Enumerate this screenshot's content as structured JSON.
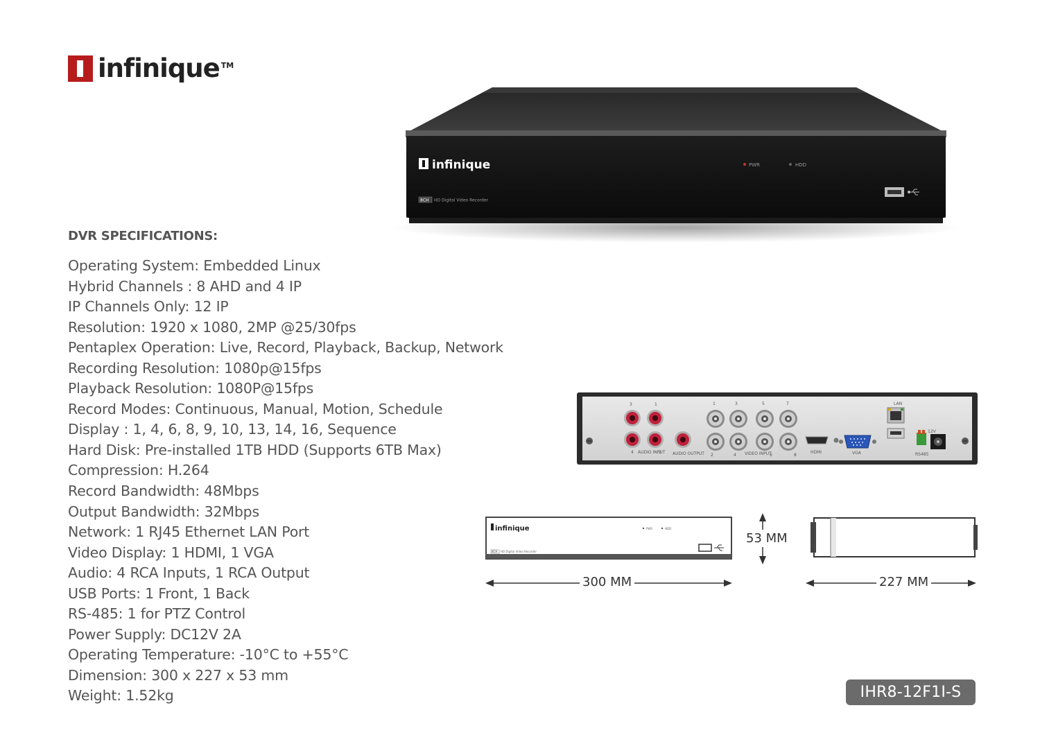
{
  "brand": {
    "name": "infinique",
    "trademark": "TM",
    "color": "#b71c1c"
  },
  "specs": {
    "heading": "DVR SPECIFICATIONS:",
    "items": [
      "Operating System: Embedded Linux",
      "Hybrid Channels :  8 AHD and 4 IP",
      "IP Channels Only: 12 IP",
      "Resolution: 1920 x 1080, 2MP @25/30fps",
      "Pentaplex Operation: Live, Record, Playback, Backup, Network",
      "Recording Resolution: 1080p@15fps",
      "Playback Resolution: 1080P@15fps",
      "Record Modes: Continuous, Manual, Motion, Schedule",
      "Display : 1, 4, 6, 8, 9, 10, 13, 14, 16, Sequence",
      "Hard Disk: Pre-installed 1TB HDD (Supports 6TB Max)",
      "Compression: H.264",
      "Record Bandwidth:  48Mbps",
      "Output Bandwidth: 32Mbps",
      "Network: 1 RJ45 Ethernet LAN Port",
      "Video Display: 1 HDMI, 1 VGA",
      "Audio: 4 RCA Inputs, 1 RCA Output",
      "USB Ports: 1 Front, 1 Back",
      "RS-485: 1 for PTZ Control",
      "Power Supply: DC12V 2A",
      "Operating Temperature:  -10°C to +55°C",
      "Dimension: 300 x 227 x 53 mm",
      "Weight: 1.52kg"
    ]
  },
  "front_panel": {
    "brand": "infinique",
    "pwr_label": "PWR",
    "hdd_label": "HDD",
    "channel_badge": "8CH",
    "subtitle": "HD Digital Video Recorder"
  },
  "rear_panel": {
    "audio_input_label": "AUDIO INPUT",
    "audio_output_label": "AUDIO OUTPUT",
    "video_input_label": "VIDEO INPUT",
    "hdmi_label": "HDMI",
    "vga_label": "VGA",
    "lan_label": "LAN",
    "rs485_label": "RS485",
    "power_label": "12V",
    "audio_numbers_top": [
      "3",
      "1"
    ],
    "audio_numbers_bottom": [
      "4",
      "2"
    ],
    "video_numbers_top": [
      "1",
      "3",
      "5",
      "7"
    ],
    "video_numbers_bottom": [
      "2",
      "4",
      "6",
      "8"
    ]
  },
  "dimensions": {
    "width_label": "300 MM",
    "depth_label": "227 MM",
    "height_label": "53 MM"
  },
  "model": "IHR8-12F1I-S"
}
